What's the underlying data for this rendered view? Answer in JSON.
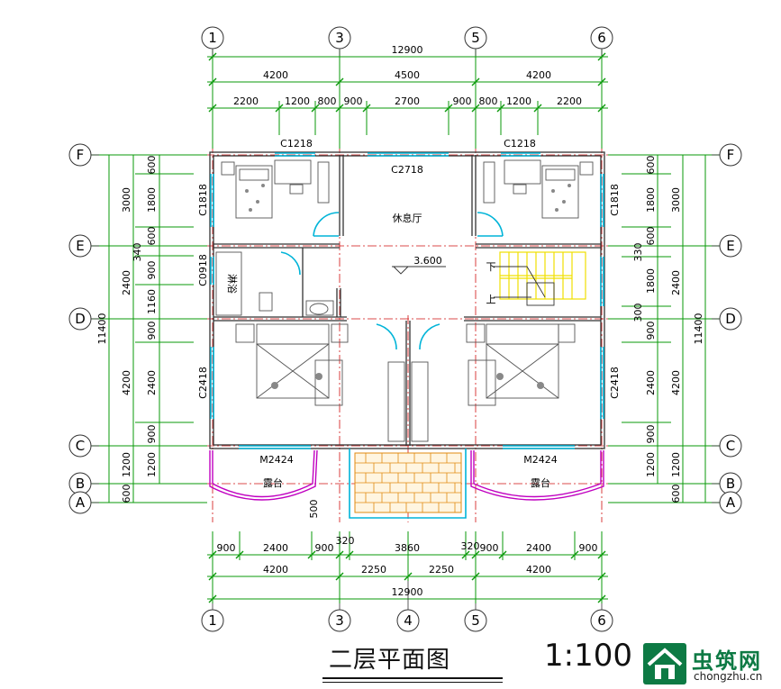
{
  "grid": {
    "columns": [
      "1",
      "3",
      "4",
      "5",
      "6"
    ],
    "rows": [
      "F",
      "E",
      "D",
      "C",
      "B",
      "A"
    ]
  },
  "dims": {
    "top_total": "12900",
    "top_l2": [
      "4200",
      "4500",
      "4200"
    ],
    "top_l3": [
      "2200",
      "1200",
      "800",
      "900",
      "2700",
      "900",
      "800",
      "1200",
      "2200"
    ],
    "bottom_l1": [
      "900",
      "2400",
      "900",
      "320",
      "3860",
      "320",
      "900",
      "2400",
      "900"
    ],
    "bottom_l2": [
      "4200",
      "2250",
      "2250",
      "4200"
    ],
    "bottom_total": "12900",
    "left_outer": "11400",
    "left_mid": [
      "3000",
      "2400",
      "4200",
      "1200",
      "600"
    ],
    "left_mid_extra": "340",
    "left_inner": [
      "600",
      "1800",
      "600",
      "900",
      "1160",
      "900",
      "2400",
      "900",
      "1200"
    ],
    "right_outer": "11400",
    "right_mid": [
      "3000",
      "2400",
      "4200",
      "1200",
      "600"
    ],
    "right_inner": [
      "600",
      "1800",
      "600",
      "330",
      "1800",
      "300",
      "900",
      "2400",
      "900",
      "1200"
    ],
    "balcony_depth": "500"
  },
  "labels": {
    "win_c1218_l": "C1218",
    "win_c1218_r": "C1218",
    "win_c2718": "C2718",
    "win_c1818_l": "C1818",
    "win_c1818_r": "C1818",
    "win_c0918": "C0918",
    "win_c2418_l": "C2418",
    "win_c2418_r": "C2418",
    "door_m2424_l": "M2424",
    "door_m2424_r": "M2424",
    "room_lounge": "休息厅",
    "room_bath": "淋浴",
    "room_balcony_l": "露台",
    "room_balcony_r": "露台",
    "elevation": "3.600",
    "stair_down": "下",
    "stair_up": "上"
  },
  "title": "二层平面图",
  "scale": "1:100",
  "logo": {
    "name": "虫筑网",
    "url": "chongzhu.cn"
  },
  "colors": {
    "dim_line": "#0a9a0a",
    "axis_line": "#d01010",
    "wall": "#333333",
    "window": "#00b4d8",
    "balcony": "#c000c0",
    "stair": "#f0e000",
    "deck": "#e08a10",
    "logo": "#0d7a44"
  }
}
